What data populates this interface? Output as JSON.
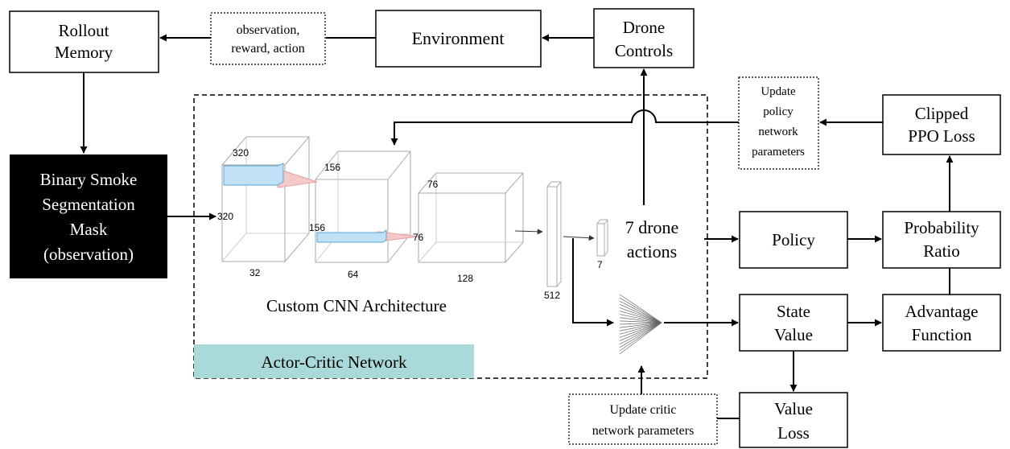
{
  "boxes": {
    "rollout_memory": [
      "Rollout",
      "Memory"
    ],
    "observation_reward_action": [
      "observation,",
      "reward, action"
    ],
    "environment": [
      "Environment"
    ],
    "drone_controls": [
      "Drone",
      "Controls"
    ],
    "update_policy": [
      "Update",
      "policy",
      "network",
      "parameters"
    ],
    "clipped_ppo_loss": [
      "Clipped",
      "PPO Loss"
    ],
    "binary_smoke_mask": [
      "Binary Smoke",
      "Segmentation",
      "Mask",
      "(observation)"
    ],
    "policy": [
      "Policy"
    ],
    "probability_ratio": [
      "Probability",
      "Ratio"
    ],
    "state_value": [
      "State",
      "Value"
    ],
    "advantage_function": [
      "Advantage",
      "Function"
    ],
    "update_critic": [
      "Update critic",
      "network parameters"
    ],
    "value_loss": [
      "Value",
      "Loss"
    ]
  },
  "labels": {
    "drone_actions": [
      "7 drone",
      "actions"
    ],
    "cnn_caption": "Custom CNN Architecture",
    "actor_critic": "Actor-Critic Network"
  },
  "cnn_dims": {
    "in_height": "320",
    "in_width": "320",
    "in_depth": "32",
    "conv2_height": "156",
    "conv2_width": "156",
    "conv2_depth": "64",
    "conv3_height": "76",
    "conv3_width": "76",
    "conv3_depth": "128",
    "fc": "512",
    "out": "7"
  },
  "colors": {
    "mask_box": "#000000",
    "actor_critic_band": "#a9d9d8",
    "kernel_fill": "#bfe0f5",
    "kernel_stroke": "#5aa6d6",
    "projection": "#e8a0a0"
  }
}
